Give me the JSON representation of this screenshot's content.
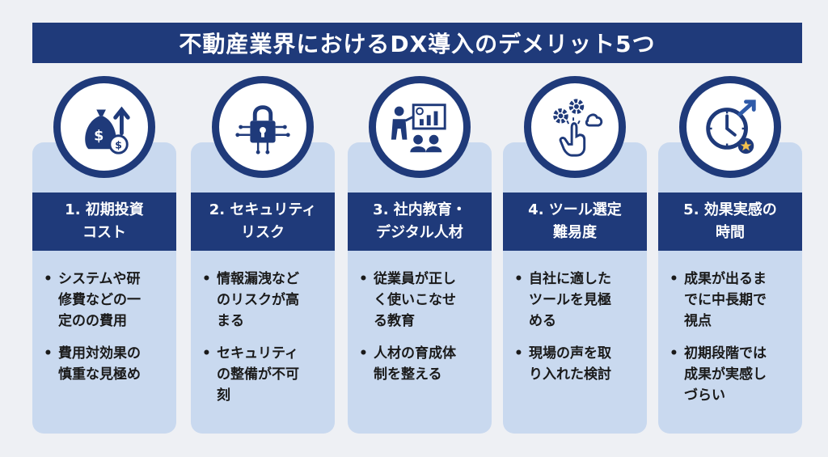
{
  "title": "不動産業界におけるDX導入のデメリット5つ",
  "items": [
    {
      "label_lines": [
        "1. 初期投資",
        "コスト"
      ],
      "icon": "money-bag-growth-icon",
      "bullets": [
        [
          "システムや研",
          "修費などの一",
          "定のの費用"
        ],
        [
          "費用対効果の",
          "慎重な見極め"
        ]
      ]
    },
    {
      "label_lines": [
        "2. セキュリティ",
        "リスク"
      ],
      "icon": "security-lock-icon",
      "bullets": [
        [
          "情報漏洩など",
          "のリスクが高",
          "まる"
        ],
        [
          "セキュリティ",
          "の整備が不可",
          "刻"
        ]
      ]
    },
    {
      "label_lines": [
        "3. 社内教育・",
        "デジタル人材"
      ],
      "icon": "training-presentation-icon",
      "bullets": [
        [
          "従業員が正し",
          "く使いこなせ",
          "る教育"
        ],
        [
          "人材の育成体",
          "制を整える"
        ]
      ]
    },
    {
      "label_lines": [
        "4. ツール選定",
        "難易度"
      ],
      "icon": "tool-selection-icon",
      "bullets": [
        [
          "自社に適した",
          "ツールを見極",
          "める"
        ],
        [
          "現場の声を取",
          "り入れた検討"
        ]
      ]
    },
    {
      "label_lines": [
        "5. 効果実感の",
        "時間"
      ],
      "icon": "clock-growth-icon",
      "bullets": [
        [
          "成果が出るま",
          "でに中長期で",
          "視点"
        ],
        [
          "初期段階では",
          "成果が実感し",
          "づらい"
        ]
      ]
    }
  ],
  "bullet_marker": "•"
}
